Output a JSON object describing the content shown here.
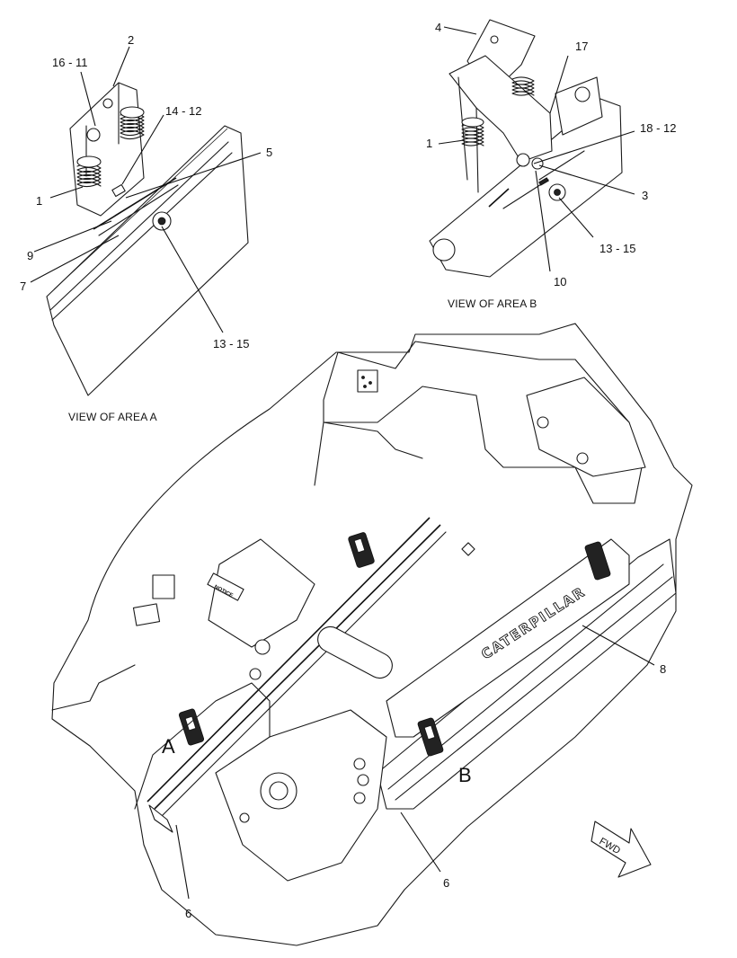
{
  "views": {
    "area_a": {
      "caption": "VIEW OF AREA  A"
    },
    "area_b": {
      "caption": "VIEW OF AREA  B"
    }
  },
  "callouts": {
    "a_16_11": "16 - 11",
    "a_2": "2",
    "a_14_12": "14 - 12",
    "a_5": "5",
    "a_1": "1",
    "a_9": "9",
    "a_7": "7",
    "a_13_15": "13 - 15",
    "b_4": "4",
    "b_17": "17",
    "b_18_12": "18 - 12",
    "b_1": "1",
    "b_3": "3",
    "b_13_15": "13 - 15",
    "b_10": "10",
    "main_8": "8",
    "main_6_left": "6",
    "main_6_right": "6"
  },
  "area_markers": {
    "a": "A",
    "b": "B"
  },
  "direction_arrow": {
    "label": "FWD"
  },
  "decals": {
    "side_brand": "CATERPILLAR",
    "panel_plate": "NOTICE"
  }
}
